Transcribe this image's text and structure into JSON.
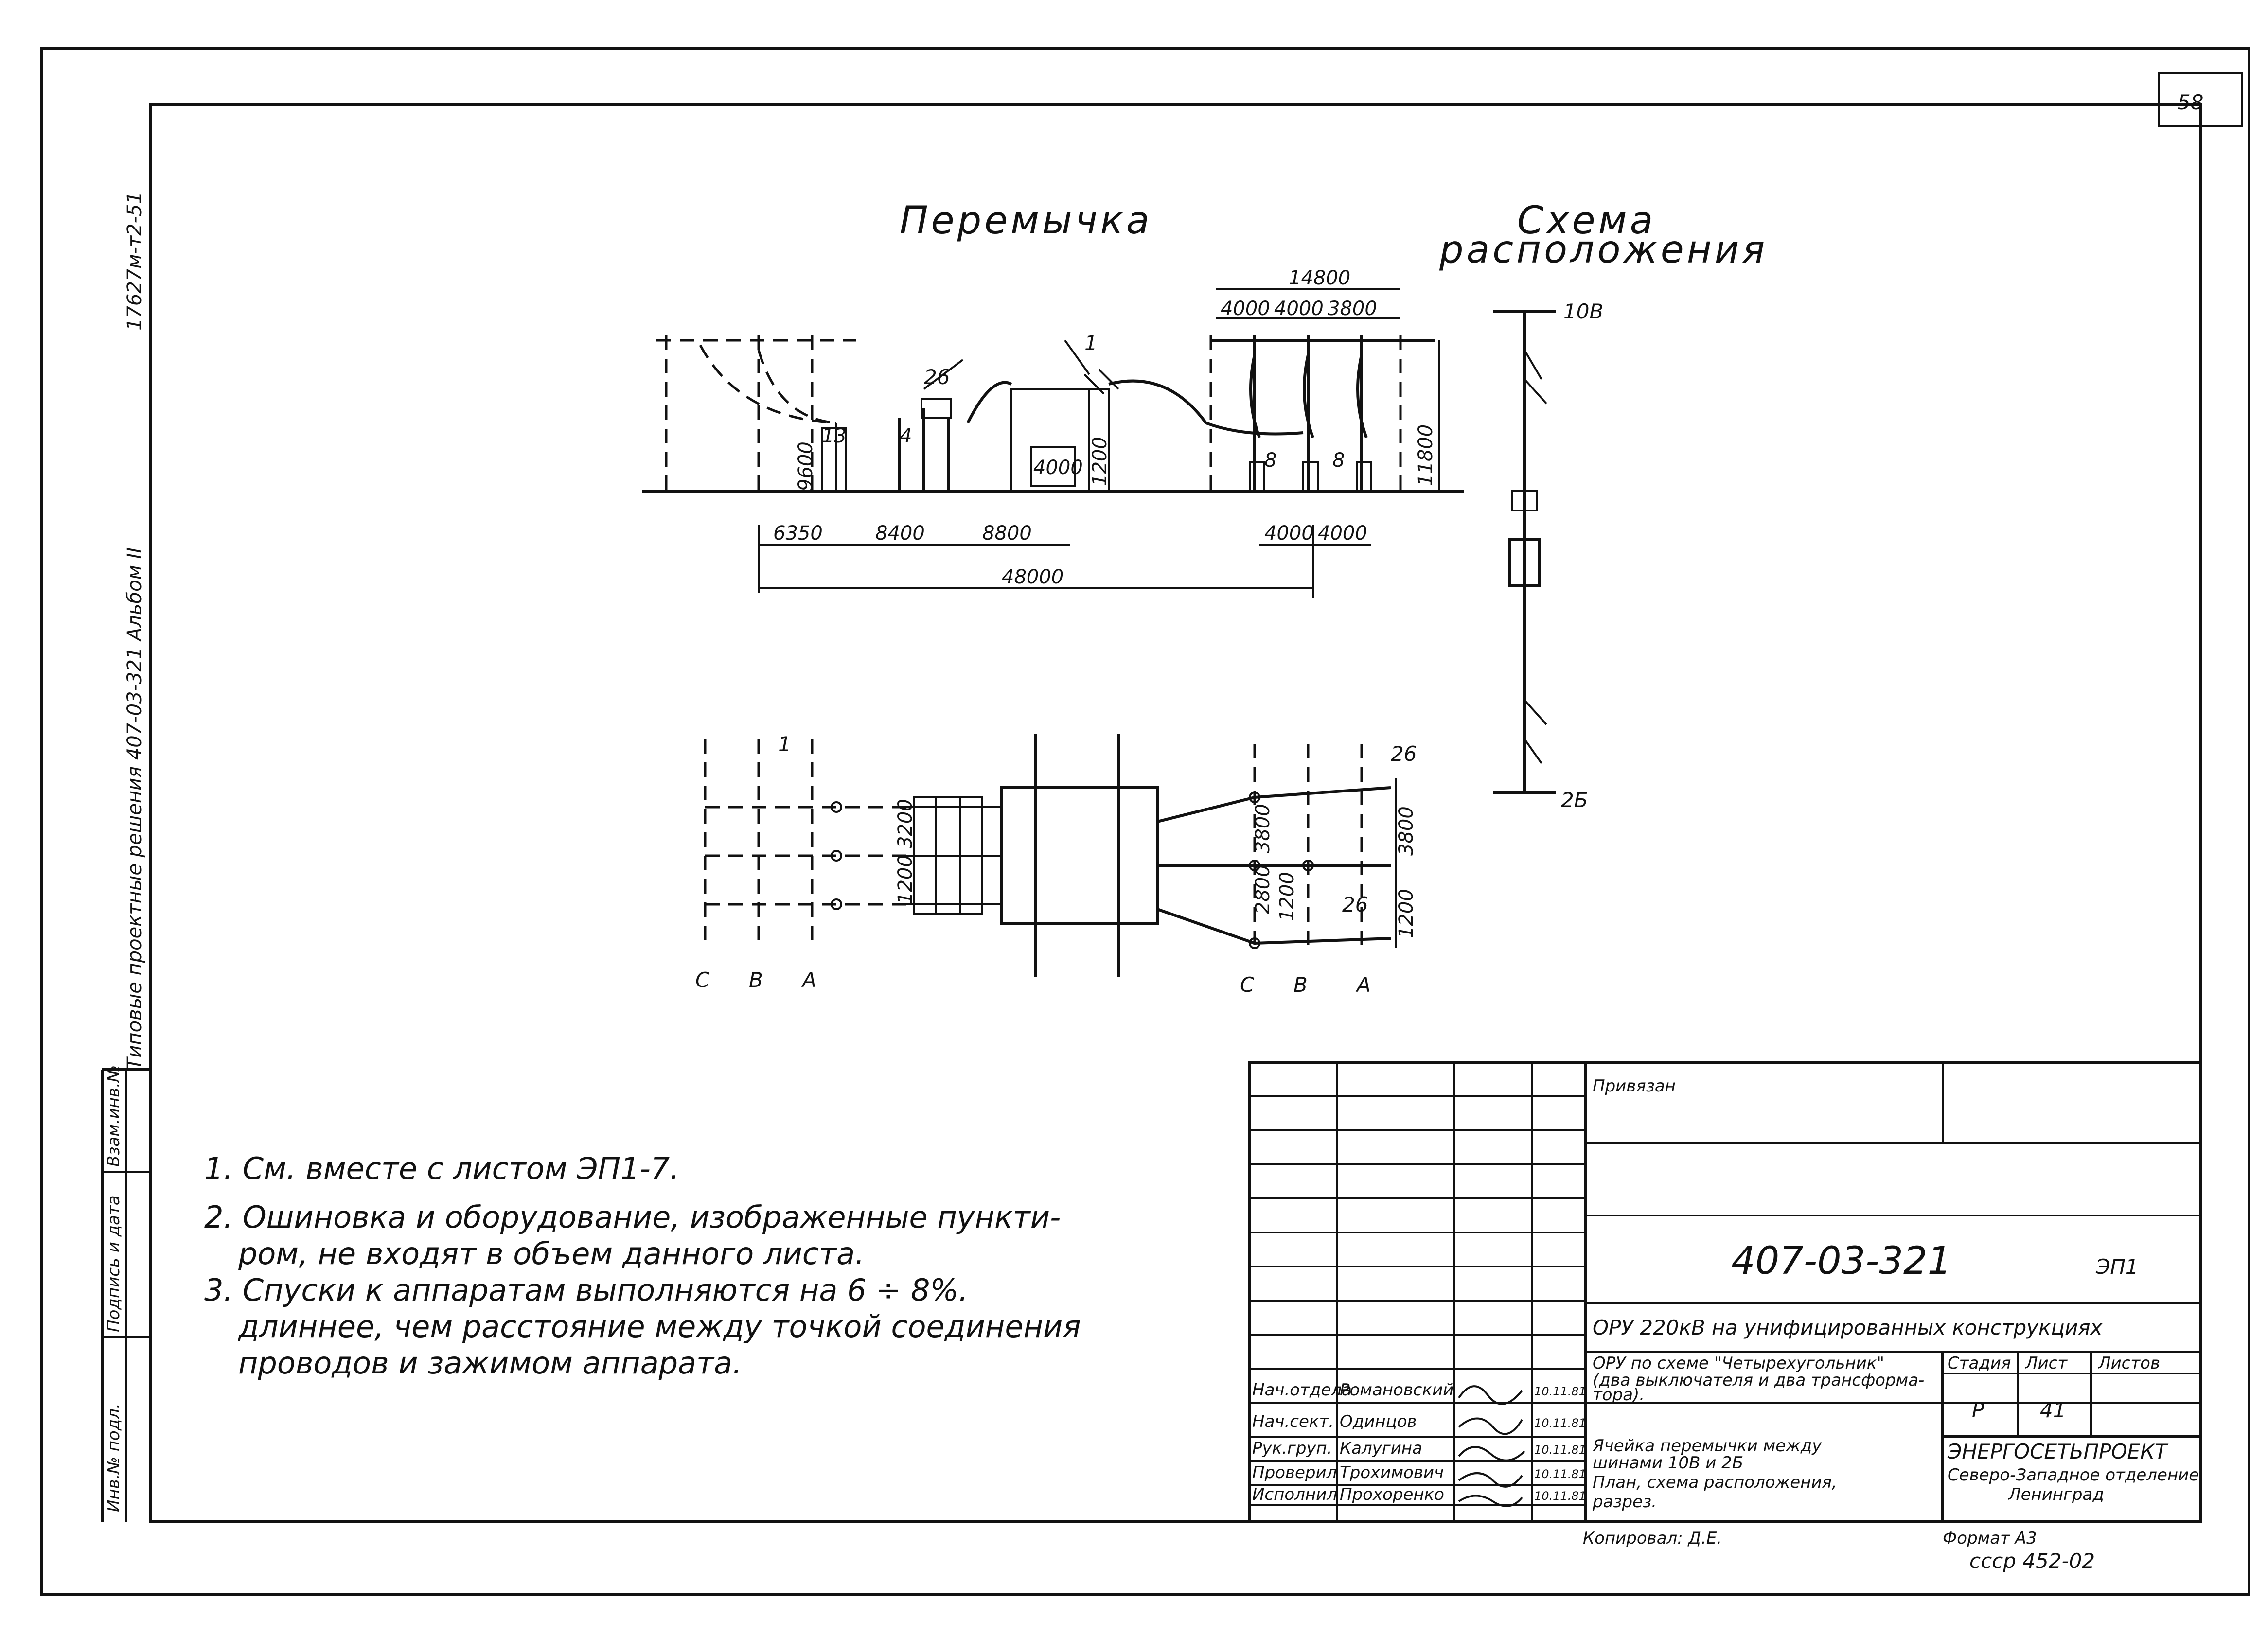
{
  "corner_mark": "58",
  "side_strip": {
    "main": "Типовые проектные решения 407-03-321 Альбом II",
    "code": "17627м-т2-51",
    "cells": [
      "Инв.№ подл.",
      "Подпись и дата",
      "Взам.инв.№"
    ]
  },
  "titles": {
    "peremychka": "Перемычка",
    "skhema_1": "Схема",
    "skhema_2": "расположения"
  },
  "elevation": {
    "dims": [
      "14800",
      "4000",
      "4000",
      "3800",
      "6350",
      "8400",
      "8800",
      "48000",
      "4000",
      "4000",
      "11800",
      "9600",
      "4000",
      "1200"
    ],
    "labels": [
      "26",
      "1",
      "13",
      "4",
      "8",
      "8"
    ]
  },
  "plan": {
    "labels": [
      "1",
      "26",
      "26"
    ],
    "dims": [
      "1200",
      "3200",
      "2800",
      "3800",
      "1200",
      "3800",
      "1200"
    ],
    "phases_left": [
      "C",
      "B",
      "A"
    ],
    "phases_right": [
      "C",
      "B",
      "A"
    ]
  },
  "scheme": {
    "top": "10B",
    "bottom": "2Б"
  },
  "notes": [
    "1.  См. вместе с листом ЭП1-7.",
    "2.  Ошиновка и оборудование, изображенные пункти-",
    "ром, не входят в объем данного листа.",
    "3.  Спуски к аппаратам выполняются на  6 ÷ 8%.",
    "длиннее, чем расстояние между точкой соединения",
    "проводов и зажимом аппарата."
  ],
  "title_block": {
    "privyazan": "Привязан",
    "doc_number": "407-03-321",
    "sheet_code": "ЭП1",
    "project": "ОРУ 220кВ на унифицированных конструкциях",
    "scheme_desc": [
      "ОРУ по схеме \"Четырехугольник\"",
      "(два выключателя и два трансформа-",
      "тора)."
    ],
    "stage_header": "Стадия",
    "sheet_header": "Лист",
    "sheets_header": "Листов",
    "stage": "Р",
    "sheet": "41",
    "sheets": "",
    "drawing_desc": [
      "Ячейка перемычки между",
      "шинами 10В и 2Б",
      "План, схема расположения,",
      "разрез."
    ],
    "org": "ЭНЕРГОСЕТЬПРОЕКТ",
    "org_sub": [
      "Северо-Западное отделение",
      "Ленинград"
    ],
    "roles": [
      "Нач.отдела",
      "Нач.сект.",
      "Рук.груп.",
      "Проверил",
      "Исполнил"
    ],
    "names": [
      "Романовский",
      "Одинцов",
      "Калугина",
      "Трохимович",
      "Прохоренко"
    ],
    "dates": [
      "10.11.81",
      "10.11.81",
      "10.11.81",
      "10.11.81",
      "10.11.81"
    ],
    "copied": "Копировал: Д.Е.",
    "format": "Формат А3",
    "inv": "ссср 452-02"
  }
}
